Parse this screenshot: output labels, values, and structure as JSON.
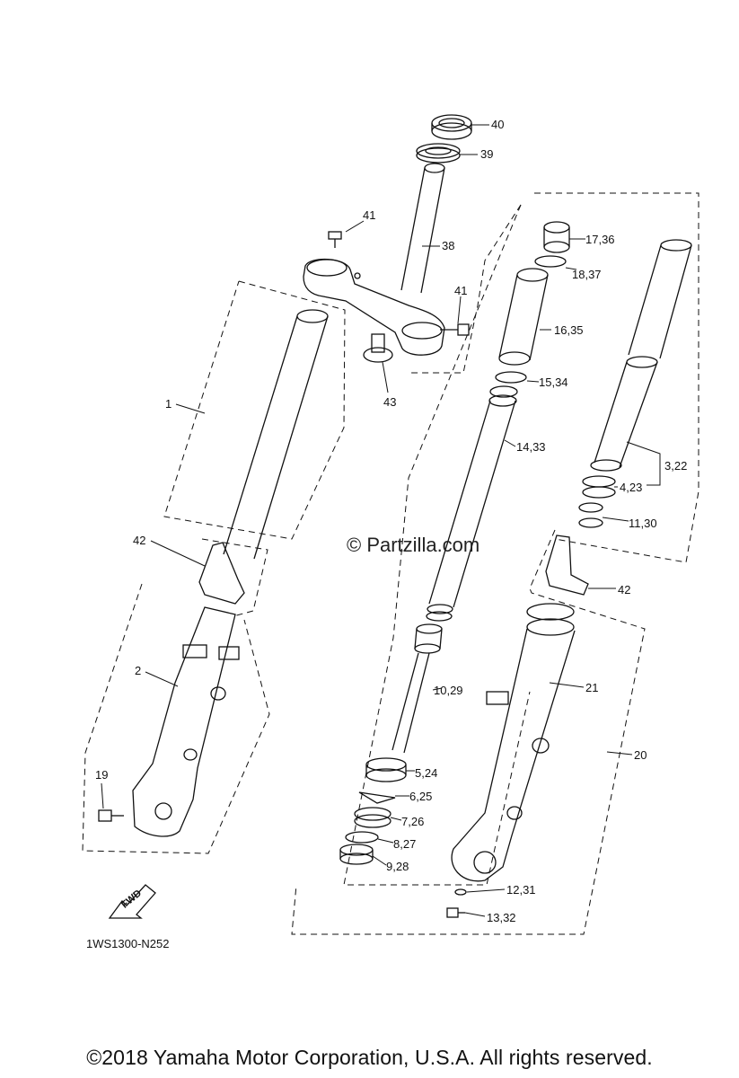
{
  "diagram_code": "1WS1300-N252",
  "copyright": "©2018 Yamaha Motor Corporation, U.S.A. All rights reserved.",
  "watermark": "© Partzilla.com",
  "direction_label": "FWD",
  "callouts": {
    "c40": "40",
    "c39": "39",
    "c41a": "41",
    "c38": "38",
    "c41b": "41",
    "c43": "43",
    "c1": "1",
    "c42a": "42",
    "c2": "2",
    "c19": "19",
    "c17": "17,36",
    "c18": "18,37",
    "c16": "16,35",
    "c15": "15,34",
    "c14": "14,33",
    "c10": "10,29",
    "c5": "5,24",
    "c6": "6,25",
    "c7": "7,26",
    "c8": "8,27",
    "c9": "9,28",
    "c3": "3,22",
    "c4": "4,23",
    "c11": "11,30",
    "c42b": "42",
    "c21": "21",
    "c20": "20",
    "c12": "12,31",
    "c13": "13,32"
  }
}
